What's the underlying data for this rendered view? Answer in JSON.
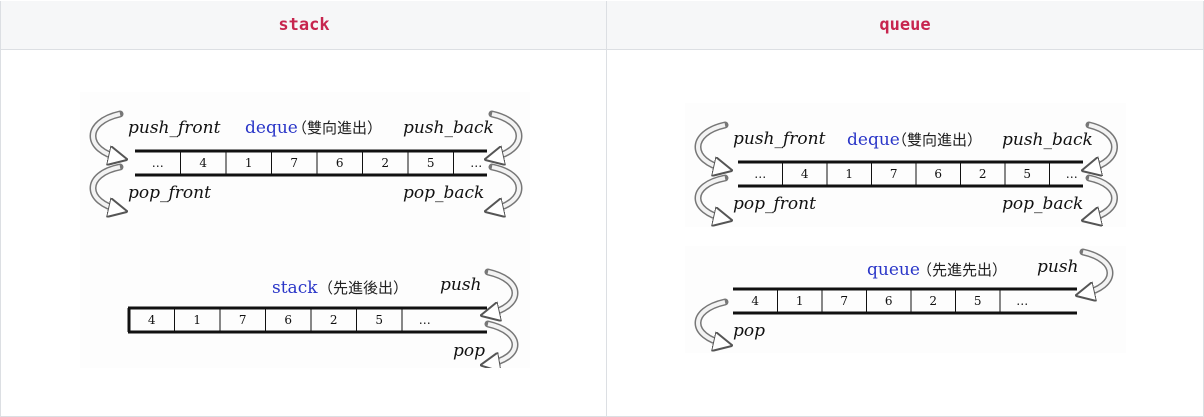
{
  "headers": {
    "left": "stack",
    "right": "queue"
  },
  "deque": {
    "title": "deque",
    "title_cjk": "（雙向進出）",
    "push_front": "push_front",
    "push_back": "push_back",
    "pop_front": "pop_front",
    "pop_back": "pop_back",
    "cells": [
      "…",
      "4",
      "1",
      "7",
      "6",
      "2",
      "5",
      "…"
    ]
  },
  "stack": {
    "title": "stack",
    "title_cjk": "（先進後出）",
    "push": "push",
    "pop": "pop",
    "cells": [
      "4",
      "1",
      "7",
      "6",
      "2",
      "5",
      "…"
    ]
  },
  "queue": {
    "title": "queue",
    "title_cjk": "（先進先出）",
    "push": "push",
    "pop": "pop",
    "cells": [
      "4",
      "1",
      "7",
      "6",
      "2",
      "5",
      "…"
    ]
  }
}
